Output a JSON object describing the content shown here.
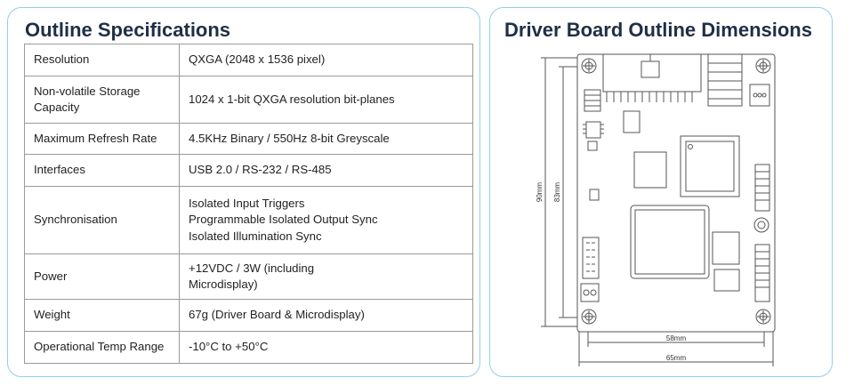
{
  "specs": {
    "title": "Outline Specifications",
    "rows": [
      {
        "label": "Resolution",
        "value": [
          "QXGA (2048 x 1536 pixel)"
        ]
      },
      {
        "label": "Non-volatile Storage Capacity",
        "value": [
          "1024 x 1-bit QXGA resolution bit-planes"
        ]
      },
      {
        "label": "Maximum Refresh Rate",
        "value": [
          "4.5KHz Binary / 550Hz 8-bit Greyscale"
        ]
      },
      {
        "label": "Interfaces",
        "value": [
          "USB 2.0 / RS-232 / RS-485"
        ]
      },
      {
        "label": "Synchronisation",
        "value": [
          "Isolated Input Triggers",
          "Programmable Isolated Output Sync",
          "Isolated Illumination Sync"
        ]
      },
      {
        "label": "Power",
        "value": [
          "+12VDC / 3W (including",
          "Microdisplay)"
        ]
      },
      {
        "label": "Weight",
        "value": [
          "67g (Driver Board & Microdisplay)"
        ]
      },
      {
        "label": "Operational Temp Range",
        "value": [
          "-10°C to +50°C"
        ]
      }
    ]
  },
  "drawing": {
    "title": "Driver Board Outline Dimensions",
    "dim_height_outer": "90mm",
    "dim_height_inner": "83mm",
    "dim_width_inner": "58mm",
    "dim_width_outer": "65mm"
  },
  "colors": {
    "panel_border": "#8fd0ee",
    "title": "#1f2f46",
    "table_border": "#9a9a9a",
    "drawing_line": "#555555"
  }
}
